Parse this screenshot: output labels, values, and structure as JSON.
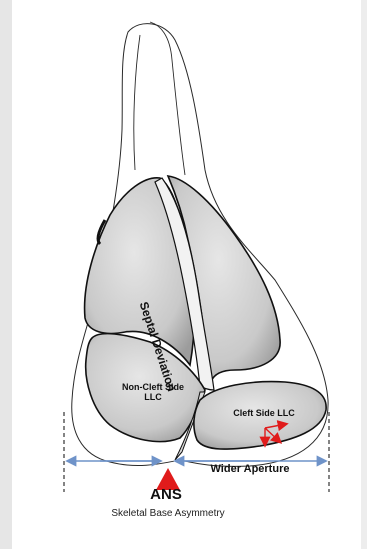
{
  "labels": {
    "septal_word1": "Septal",
    "septal_word2": "Deviation",
    "non_cleft_line1": "Non-Cleft Side",
    "non_cleft_line2": "LLC",
    "cleft_side": "Cleft Side LLC",
    "wider_aperture": "Wider Aperture",
    "ans": "ANS",
    "skeletal_asymmetry": "Skeletal Base Asymmetry"
  },
  "colors": {
    "cartilage_fill": "#cfcfcf",
    "cartilage_shadow": "#9a9a9a",
    "outline": "#1a1a1a",
    "arrow_blue": "#6f93c9",
    "marker_red": "#e01b1b",
    "dashed_line": "#333333"
  }
}
